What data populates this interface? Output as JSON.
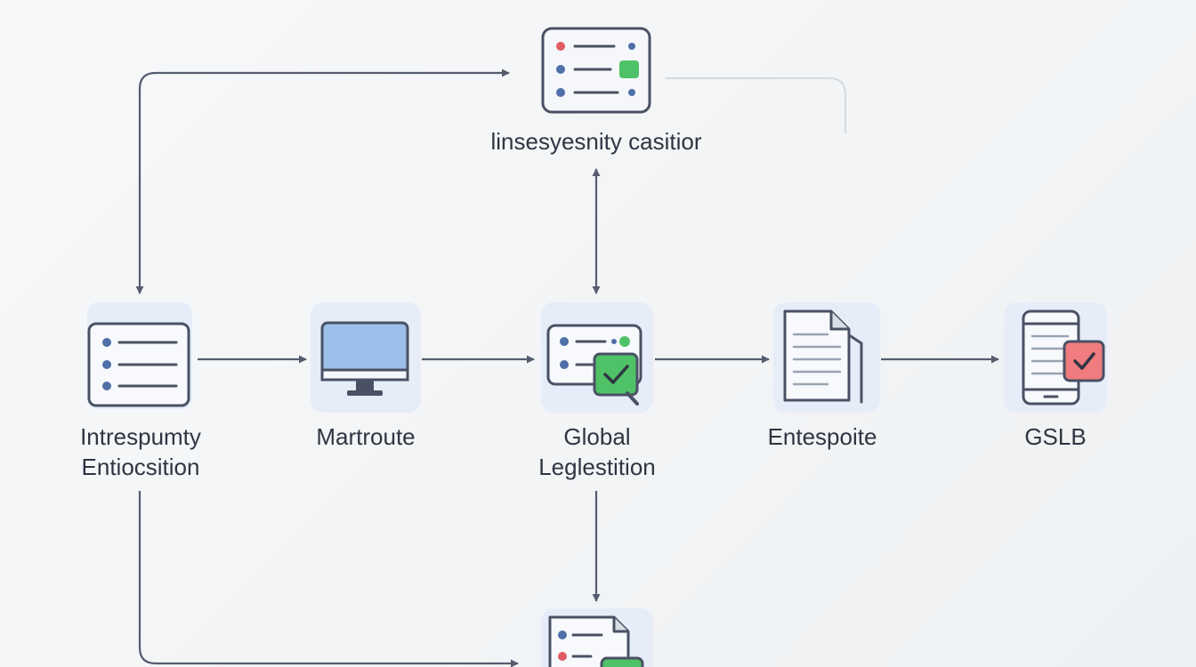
{
  "nodes": {
    "top": {
      "label": "linsesyesnity casitior"
    },
    "intresp": {
      "label_line1": "Intrespumty",
      "label_line2": "Entiocsition"
    },
    "martroute": {
      "label": "Martroute"
    },
    "global": {
      "label_line1": "Global",
      "label_line2": "Leglestition"
    },
    "entespoite": {
      "label": "Entespoite"
    },
    "gslb": {
      "label": "GSLB"
    }
  },
  "colors": {
    "line": "#555c6e",
    "icon_stroke": "#4a5164",
    "tile": "#e6edf8",
    "red": "#e05b63",
    "blue": "#4f6fa8",
    "green": "#4fc267",
    "screen": "#9cc0ea",
    "check_red_bg": "#f07c7f"
  }
}
